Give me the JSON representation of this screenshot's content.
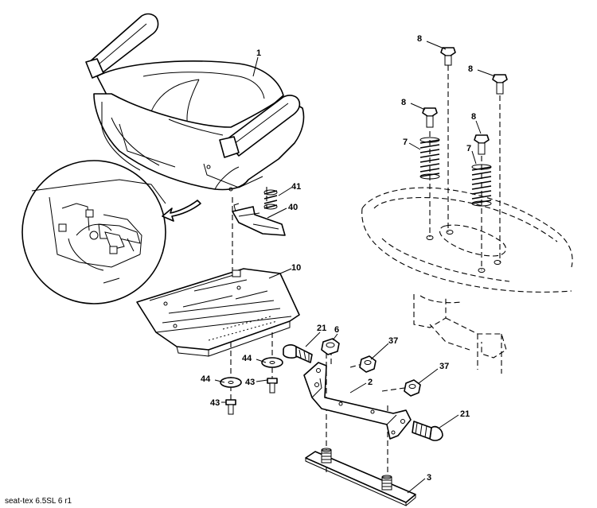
{
  "diagram": {
    "footer_code": "seat-tex  6.5SL  6  r1",
    "callouts": {
      "seat": "1",
      "mount_bracket": "2",
      "base_plate": "3",
      "nut_lock": "6",
      "spring_left": "7",
      "spring_right": "7",
      "bolt_top_left": "8",
      "bolt_top_right": "8",
      "bolt_mid_left": "8",
      "bolt_mid_right": "8",
      "seat_pan": "10",
      "carriage_bolt_left": "21",
      "carriage_bolt_right": "21",
      "nut_upper": "37",
      "nut_lower": "37",
      "spring_switch": "41",
      "switch_bracket": "40",
      "screw_upper": "43",
      "screw_lower": "43",
      "washer_upper": "44",
      "washer_lower": "44"
    }
  }
}
